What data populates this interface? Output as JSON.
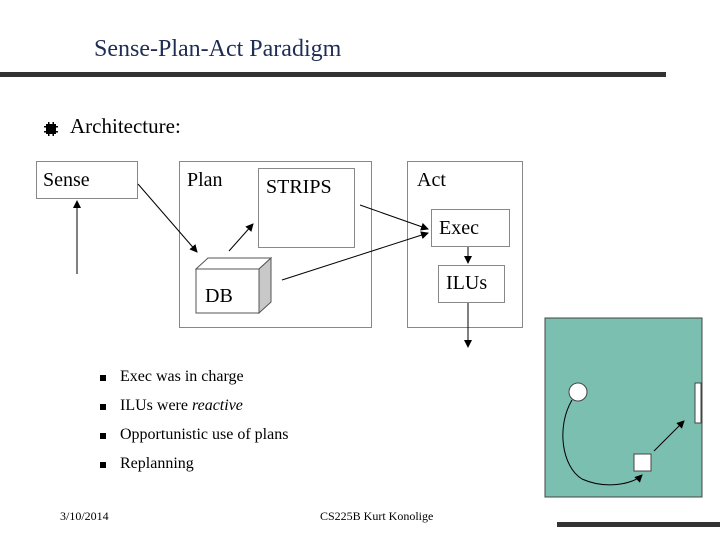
{
  "slide": {
    "title": "Sense-Plan-Act Paradigm",
    "heading": "Architecture:"
  },
  "diagram": {
    "sense_label": "Sense",
    "plan_label": "Plan",
    "strips_label": "STRIPS",
    "db_label": "DB",
    "act_label": "Act",
    "exec_label": "Exec",
    "ilus_label": "ILUs"
  },
  "bullets": [
    {
      "text": "Exec was in charge"
    },
    {
      "text": "ILUs were ",
      "emph": "reactive"
    },
    {
      "text": "Opportunistic use of plans"
    },
    {
      "text": "Replanning"
    }
  ],
  "footer": {
    "date": "3/10/2014",
    "course": "CS225B  Kurt Konolige"
  },
  "colors": {
    "title": "#1f2d55",
    "rule": "#333333",
    "room_fill": "#7bbfb0",
    "db_side": "#c8c8c8"
  }
}
